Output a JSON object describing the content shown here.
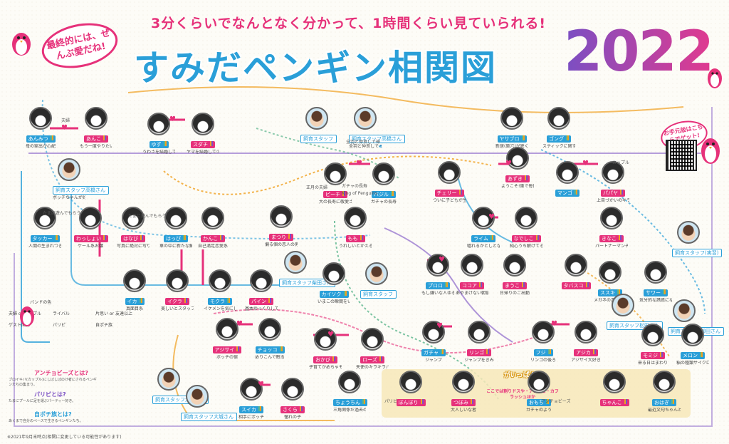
{
  "header": {
    "subtitle": "3分くらいでなんとなく分かって、1時間くらい見ていられる!",
    "title": "すみだペンギン相関図",
    "year": "2022",
    "badge": "最終的には、ぜんぶ愛だね!",
    "hand_badge": "お手元版はこちらでゲット!"
  },
  "colors": {
    "pink": "#e6317a",
    "blue": "#2a9fd8",
    "purple": "#7a4fc3",
    "orange": "#f0a020",
    "green": "#5bb58c"
  },
  "nodes": [
    {
      "id": "anmitsu",
      "name": "あんみつ",
      "cap": "母の家出が心配",
      "tag": "blue"
    },
    {
      "id": "anko",
      "name": "あんこ",
      "cap": "もう一度やりたい",
      "tag": "pink"
    },
    {
      "id": "yuzu",
      "name": "ゆず",
      "cap": "うわさを結婚してビビりを克服",
      "tag": "blue"
    },
    {
      "id": "sudachi",
      "name": "スダチ",
      "cap": "ヤマを結婚して少食を克服",
      "tag": "pink"
    },
    {
      "id": "staff_takahashi",
      "name": "飼育スタッフ高橋さん",
      "cap": "ボッチちゃんが好き",
      "tag": "staff"
    },
    {
      "id": "staff_mitsu",
      "name": "飼育スタッフ",
      "cap": "",
      "tag": "staff"
    },
    {
      "id": "staff_shimizu",
      "name": "飼育スタッフ高橋さん",
      "cap": "全羽と仲良しで🐟",
      "tag": "staff"
    },
    {
      "id": "yasaburo",
      "name": "ヤサブロ",
      "cap": "新居(巣穴)が狭くてボッチ",
      "tag": "blue"
    },
    {
      "id": "gongu",
      "name": "ゴング",
      "cap": "スティックに関する想いが止まらない",
      "tag": "blue"
    },
    {
      "id": "azuki",
      "name": "あずき",
      "cap": "ようこそ!巣で毎日幸せ暮らし",
      "tag": "pink"
    },
    {
      "id": "peach",
      "name": "ピーチ",
      "cap": "大の長寿に敬愛されている",
      "tag": "pink"
    },
    {
      "id": "basil",
      "name": "バジル",
      "cap": "ガチャの長寿",
      "tag": "blue"
    },
    {
      "id": "cherry",
      "name": "チェリー",
      "cap": "ついに子どもが生まれた",
      "tag": "pink"
    },
    {
      "id": "mango",
      "name": "マンゴ",
      "cap": "",
      "tag": "blue"
    },
    {
      "id": "papaya",
      "name": "パパヤ",
      "cap": "上目づかいのキラパン",
      "tag": "pink"
    },
    {
      "id": "tucker",
      "name": "タッカー",
      "cap": "人間の生まれつき",
      "tag": "blue"
    },
    {
      "id": "wassyoi",
      "name": "わっしょい",
      "cap": "ケール系お嬢",
      "tag": "pink"
    },
    {
      "id": "hanabi",
      "name": "はなび",
      "cap": "写真に絶対に写りたい鳥",
      "tag": "pink"
    },
    {
      "id": "happy",
      "name": "はっぴ",
      "cap": "車の中に新たな鯛",
      "tag": "blue"
    },
    {
      "id": "kanko",
      "name": "かんこ",
      "cap": "自己満足恋愛系",
      "tag": "pink"
    },
    {
      "id": "matsuri",
      "name": "まつり",
      "cap": "偏る個の恋人の男",
      "tag": "pink"
    },
    {
      "id": "momo",
      "name": "もも",
      "cap": "うれしいとかえる",
      "tag": "pink"
    },
    {
      "id": "lime",
      "name": "ライム",
      "cap": "嘘れるかとしとなり",
      "tag": "blue"
    },
    {
      "id": "nadeshiko",
      "name": "なでしこ",
      "cap": "純心うち解けてる",
      "tag": "pink"
    },
    {
      "id": "kinako",
      "name": "きなこ",
      "cap": "パートナーマンチェイス",
      "tag": "pink"
    },
    {
      "id": "ika",
      "name": "イカ",
      "cap": "真面目系",
      "tag": "blue"
    },
    {
      "id": "ikura",
      "name": "イクラ",
      "cap": "美しいとスタッフの視線",
      "tag": "pink"
    },
    {
      "id": "mokura",
      "name": "モクラ",
      "cap": "イケメンを気にしてる",
      "tag": "blue"
    },
    {
      "id": "pain",
      "name": "パイン",
      "cap": "基本ゆっくりしているスタンス",
      "tag": "pink"
    },
    {
      "id": "staff_shibata",
      "name": "飼育スタッフ柴田さん",
      "cap": "",
      "tag": "staff"
    },
    {
      "id": "kaisoku",
      "name": "カイソク",
      "cap": "いまこの瞬間をいただく",
      "tag": "blue"
    },
    {
      "id": "staff_nishi",
      "name": "飼育スタッフ",
      "cap": "",
      "tag": "staff"
    },
    {
      "id": "puro",
      "name": "プロロ",
      "cap": "もし嫌いな人ゆる",
      "tag": "blue"
    },
    {
      "id": "kokoa",
      "name": "ココア",
      "cap": "あやまけない朝寝坊",
      "tag": "pink"
    },
    {
      "id": "mame",
      "name": "まうこ",
      "cap": "日帰りのご出勤",
      "tag": "pink"
    },
    {
      "id": "tabasco",
      "name": "タバスコ",
      "cap": "",
      "tag": "pink"
    },
    {
      "id": "sasuke",
      "name": "ススキ",
      "cap": "メガネの恋人を恋",
      "tag": "blue"
    },
    {
      "id": "sawer",
      "name": "サワー",
      "cap": "気分的な誘惑になれ",
      "tag": "blue"
    },
    {
      "id": "staff_momo",
      "name": "飼育スタッフ(実習)",
      "cap": "",
      "tag": "staff"
    },
    {
      "id": "staff_hiro",
      "name": "飼育スタッフ松田さん",
      "cap": "",
      "tag": "staff"
    },
    {
      "id": "staff_ki",
      "name": "飼育スタッフ柳田さん",
      "cap": "",
      "tag": "staff"
    },
    {
      "id": "ajisai",
      "name": "アジサイ",
      "cap": "ボッチの宿",
      "tag": "pink"
    },
    {
      "id": "chokko",
      "name": "チョッコ",
      "cap": "めりこんで眠る",
      "tag": "blue"
    },
    {
      "id": "okabi",
      "name": "おかび",
      "cap": "子育てがめちゃモテ",
      "tag": "pink"
    },
    {
      "id": "rose",
      "name": "ローズ",
      "cap": "天使のキラキラパジャマ",
      "tag": "pink"
    },
    {
      "id": "gacha",
      "name": "ガチャ",
      "cap": "ジャンプ",
      "tag": "blue"
    },
    {
      "id": "ringo",
      "name": "リンゴ",
      "cap": "ジャンプをきみ",
      "tag": "pink"
    },
    {
      "id": "fuji",
      "name": "フジ",
      "cap": "リンゴの後ろ",
      "tag": "blue"
    },
    {
      "id": "ajika",
      "name": "アジカ",
      "cap": "アジサイ大好き",
      "tag": "pink"
    },
    {
      "id": "moss",
      "name": "モミジ",
      "cap": "来る日はまわり",
      "tag": "pink"
    },
    {
      "id": "melon",
      "name": "メロン",
      "cap": "稲の種類サイクロン",
      "tag": "blue"
    },
    {
      "id": "staff_suzu",
      "name": "飼育スタッフ大城さん",
      "cap": "",
      "tag": "staff"
    },
    {
      "id": "staff_na",
      "name": "飼育スタッフ大城さん",
      "cap": "",
      "tag": "staff"
    },
    {
      "id": "suika",
      "name": "スイカ",
      "cap": "相手にポッチ",
      "tag": "blue"
    },
    {
      "id": "sakura",
      "name": "さくら",
      "cap": "憧れの子",
      "tag": "pink"
    },
    {
      "id": "chanko",
      "name": "ちょうちん",
      "cap": "三角関係だ過去の出会いはお地蔵さん",
      "tag": "blue"
    },
    {
      "id": "bonbori",
      "name": "ぼんぼり",
      "cap": "",
      "tag": "pink"
    },
    {
      "id": "tsubomi",
      "name": "つぼみ",
      "cap": "大人しいな者",
      "tag": "pink"
    },
    {
      "id": "omochi",
      "name": "おもち",
      "cap": "ガチャのよう",
      "tag": "blue"
    },
    {
      "id": "chanko2",
      "name": "ちゃんこ",
      "cap": "",
      "tag": "pink"
    },
    {
      "id": "ohage",
      "name": "おはぎ",
      "cap": "最近文句ちゃんと仲",
      "tag": "blue"
    }
  ],
  "notes": [
    "夫婦",
    "全羽と仲良しで神",
    "正月の夫婦",
    "たまに遊んでもらう",
    "たまに遊んでもらう",
    "ガチャの長寿",
    "King of Penguins",
    "アンチョビーズ",
    "パリピ",
    "カップル"
  ],
  "center_note": {
    "title": "がいっぱん♪",
    "sub": "ここでは割りドスや・アンニェ・カフラッシュほか"
  },
  "legend": {
    "title": "バンドの色",
    "rows": [
      "夫婦 or カップル",
      "ライバル",
      "片思い or 友達以上",
      "ゲスト関係",
      "パリピ",
      "自ポチ族"
    ],
    "keys": [
      {
        "label": "アンチョビーズとは?",
        "desc": "プロイキバ(カップル)にしばしばのけ者にされるペンギンたちの集まり。"
      },
      {
        "label": "パリピとは?",
        "desc": "たまにプールに足を運ぶパーティー好き。"
      },
      {
        "label": "自ボチ族とは?",
        "desc": "あくまで自分のペースで生きるペンギンたち。"
      }
    ]
  },
  "footer": "※2021年9月末時点(相関に変更している可能性があります)"
}
